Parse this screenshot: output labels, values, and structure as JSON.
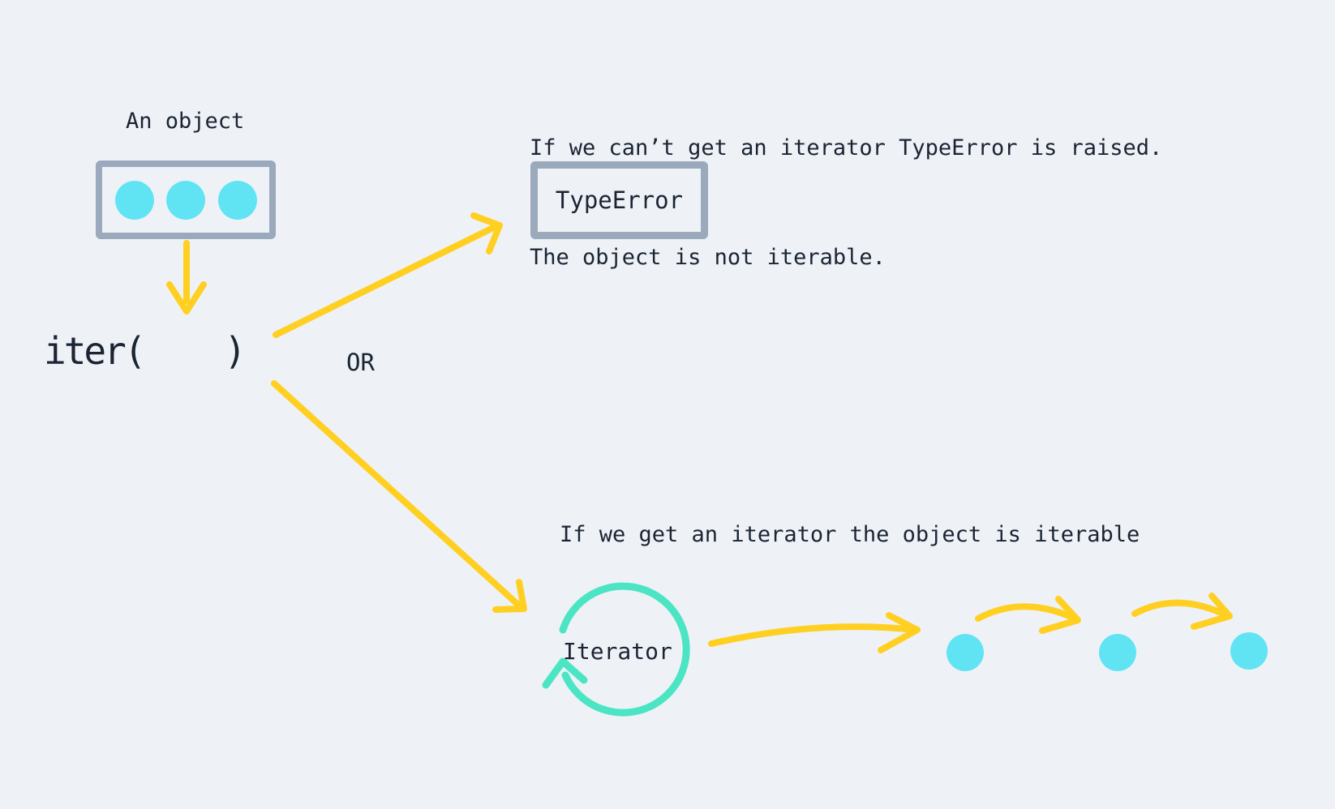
{
  "colors": {
    "background": "#eef2f7",
    "arrow_yellow": "#ffcf21",
    "loop_teal": "#4ce5c4",
    "dot_cyan": "#60e4f4",
    "box_border": "#9aa9bc",
    "ink": "#1b2433"
  },
  "object": {
    "label": "An object"
  },
  "iter_call": "iter(    )",
  "or_label": "OR",
  "error_branch": {
    "caption_line1": "If we can’t get an iterator TypeError is raised.",
    "caption_line2": "The object is not iterable.",
    "box_label": "TypeError"
  },
  "iterator_branch": {
    "caption": "If we get an iterator the object is iterable",
    "loop_label": "Iterator"
  },
  "icons": [
    "down-arrow-icon",
    "typeerror-branch-arrow-icon",
    "iterator-branch-arrow-icon",
    "iterator-loop-icon",
    "next-arrow-icon",
    "hop-arrow-icon"
  ]
}
